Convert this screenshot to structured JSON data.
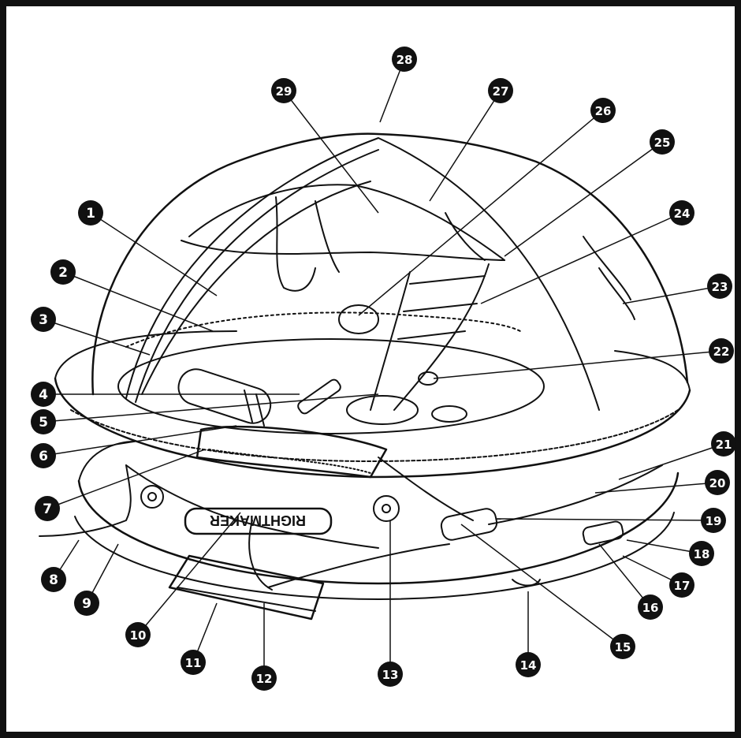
{
  "diagram": {
    "raft_label": "RIGHTMAKER",
    "callouts": [
      {
        "id": "callout-1",
        "label": "1"
      },
      {
        "id": "callout-2",
        "label": "2"
      },
      {
        "id": "callout-3",
        "label": "3"
      },
      {
        "id": "callout-4",
        "label": "4"
      },
      {
        "id": "callout-5",
        "label": "5"
      },
      {
        "id": "callout-6",
        "label": "6"
      },
      {
        "id": "callout-7",
        "label": "7"
      },
      {
        "id": "callout-8",
        "label": "8"
      },
      {
        "id": "callout-9",
        "label": "9"
      },
      {
        "id": "callout-10",
        "label": "10"
      },
      {
        "id": "callout-11",
        "label": "11"
      },
      {
        "id": "callout-12",
        "label": "12"
      },
      {
        "id": "callout-13",
        "label": "13"
      },
      {
        "id": "callout-14",
        "label": "14"
      },
      {
        "id": "callout-15",
        "label": "15"
      },
      {
        "id": "callout-16",
        "label": "16"
      },
      {
        "id": "callout-17",
        "label": "17"
      },
      {
        "id": "callout-18",
        "label": "18"
      },
      {
        "id": "callout-19",
        "label": "19"
      },
      {
        "id": "callout-20",
        "label": "20"
      },
      {
        "id": "callout-21",
        "label": "21"
      },
      {
        "id": "callout-22",
        "label": "22"
      },
      {
        "id": "callout-23",
        "label": "23"
      },
      {
        "id": "callout-24",
        "label": "24"
      },
      {
        "id": "callout-25",
        "label": "25"
      },
      {
        "id": "callout-26",
        "label": "26"
      },
      {
        "id": "callout-27",
        "label": "27"
      },
      {
        "id": "callout-28",
        "label": "28"
      },
      {
        "id": "callout-29",
        "label": "29"
      }
    ]
  }
}
